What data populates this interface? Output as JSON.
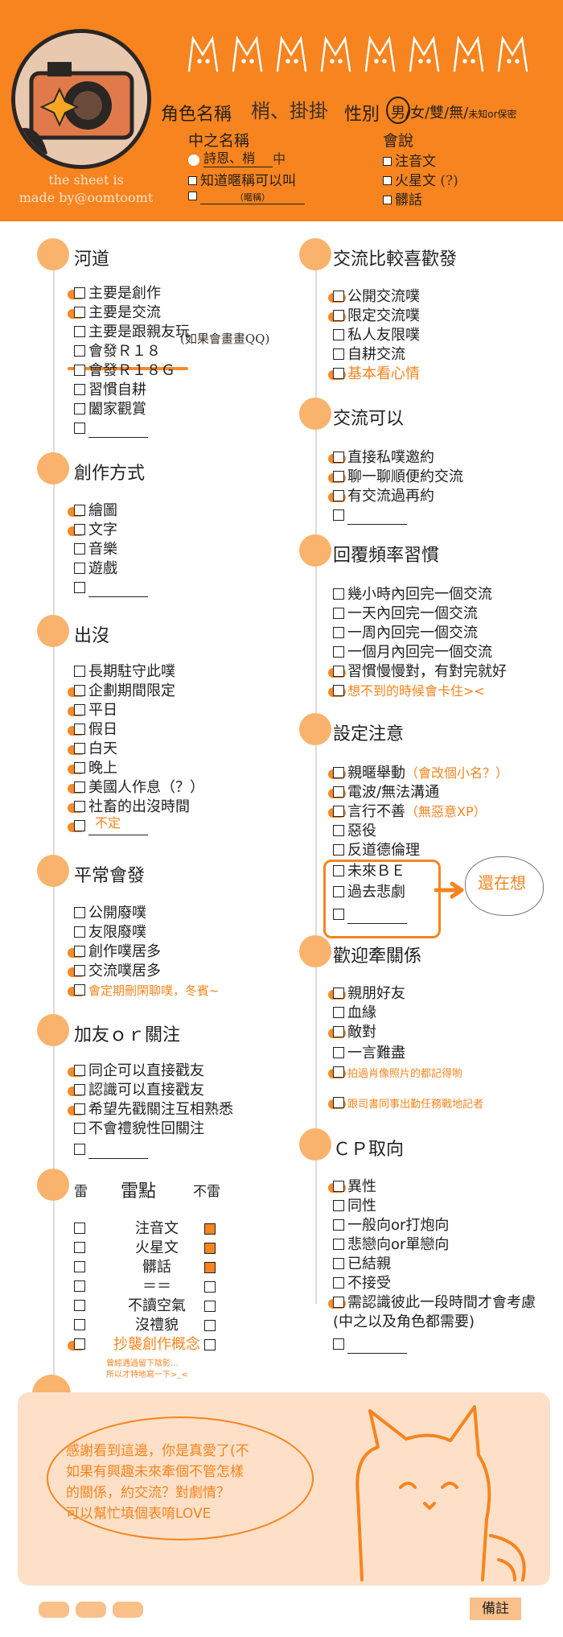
{
  "header": {
    "credit_line1": "the sheet is",
    "credit_line2": "made by@oomtoomt",
    "role_name_label": "角色名稱",
    "role_name_value": "梢、掛掛",
    "gender_label": "性別",
    "gender_options": "男/女/雙/無/",
    "gender_extra": "未知or保密",
    "nick_label": "中之名稱",
    "nick_value": "詩恩、梢",
    "nick_value_suffix": "中",
    "nick_check_label": "知道暱稱可以叫",
    "nick_blank_note": "（暱稱）",
    "lang_label": "會說",
    "lang_items": [
      "注音文",
      "火星文",
      "髒話"
    ],
    "lang_annotation": "(?)"
  },
  "sections": {
    "hedao": {
      "title": "河道",
      "items": [
        "主要是創作",
        "主要是交流",
        "主要是跟親友玩",
        "會發Ｒ１８",
        "會發Ｒ１８Ｇ",
        "習慣自耕",
        "闔家觀賞",
        ""
      ],
      "note": "(如果會畫畫QQ)"
    },
    "creation": {
      "title": "創作方式",
      "items": [
        "繪圖",
        "文字",
        "音樂",
        "遊戲",
        ""
      ]
    },
    "presence": {
      "title": "出沒",
      "items": [
        "長期駐守此噗",
        "企劃期間限定",
        "平日",
        "假日",
        "白天",
        "晚上",
        "美國人作息（？）",
        "社畜的出沒時間",
        ""
      ],
      "note": "不定"
    },
    "posting": {
      "title": "平常會發",
      "items": [
        "公開廢噗",
        "友限廢噗",
        "創作噗居多",
        "交流噗居多"
      ],
      "extra": "會定期刪閑聊噗，冬賓~"
    },
    "friend": {
      "title": "加友ｏｒ關注",
      "items": [
        "同企可以直接戳友",
        "認識可以直接戳友",
        "希望先戳關注互相熟悉",
        "不會禮貌性回關注",
        ""
      ]
    },
    "landmine": {
      "title": "雷點",
      "col_left": "雷",
      "col_right": "不雷",
      "items": [
        "注音文",
        "火星文",
        "髒話",
        "＝＝",
        "不讀空氣",
        "沒禮貌",
        "抄襲創作概念"
      ],
      "footnote_line1": "曾經遇過留下陰影…",
      "footnote_line2": "所以才特地寫一下>_<"
    },
    "exchange": {
      "title": "交流比較喜歡發",
      "items": [
        "公開交流噗",
        "限定交流噗",
        "私人友限噗",
        "自耕交流",
        "基本看心情"
      ]
    },
    "can_exchange": {
      "title": "交流可以",
      "items": [
        "直接私噗邀約",
        "聊一聊順便約交流",
        "有交流過再約",
        ""
      ]
    },
    "reply": {
      "title": "回覆頻率習慣",
      "items": [
        "幾小時內回完一個交流",
        "一天內回完一個交流",
        "一周內回完一個交流",
        "一個月內回完一個交流",
        "習慣慢慢對，有對完就好"
      ],
      "extra": "想不到的時候會卡住><"
    },
    "setting": {
      "title": "設定注意",
      "items": [
        "親暱舉動",
        "電波/無法溝通",
        "言行不善",
        "惡役",
        "反道德倫理",
        "未來ＢＥ",
        "過去悲劇",
        ""
      ],
      "note_1": "（會改個小名？）",
      "note_2": "（無惡意XP）",
      "note_3": "還在想"
    },
    "relationship": {
      "title": "歡迎牽關係",
      "items": [
        "親朋好友",
        "血緣",
        "敵對",
        "一言難盡"
      ],
      "extra_1": "拍過肖像照片的都記得喲",
      "extra_2": "跟司書同事出勤任務戰地記者"
    },
    "cp": {
      "title": "ＣＰ取向",
      "items": [
        "異性",
        "同性",
        "一般向or打炮向",
        "悲戀向or單戀向",
        "已結親",
        "不接受",
        "需認識彼此一段時間才會考慮",
        "(中之以及角色都需要)",
        ""
      ]
    }
  },
  "thanks": {
    "lines": [
      "感謝看到這邊，你是真愛了(不",
      "如果有興趣未來牽個不管怎樣",
      "的關係，約交流？對劇情？",
      "可以幫忙填個表唷LOVE"
    ]
  },
  "footer": {
    "note_label": "備註"
  },
  "colors": {
    "accent": "#f7841e",
    "dot": "#f9b36c",
    "panel": "#fde0c7"
  }
}
